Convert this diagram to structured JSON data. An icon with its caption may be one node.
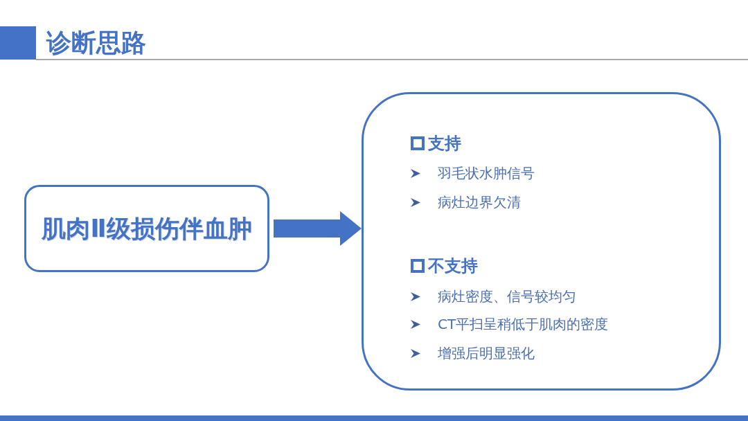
{
  "diagram": {
    "title": "诊断思路",
    "nodes": [
      {
        "text": [
          "肌肉Ⅱ级损伤伴血肿"
        ]
      },
      {
        "text": [
          "支持",
          "羽毛状水肿信号",
          "病灶边界欠清",
          "不支持",
          "病灶密度、信号较均匀",
          "CT平扫呈稍低于肌肉的密度",
          "增强后明显强化"
        ]
      }
    ],
    "edges": [
      {
        "from": 0,
        "to": 1,
        "arrow": "to"
      }
    ]
  }
}
